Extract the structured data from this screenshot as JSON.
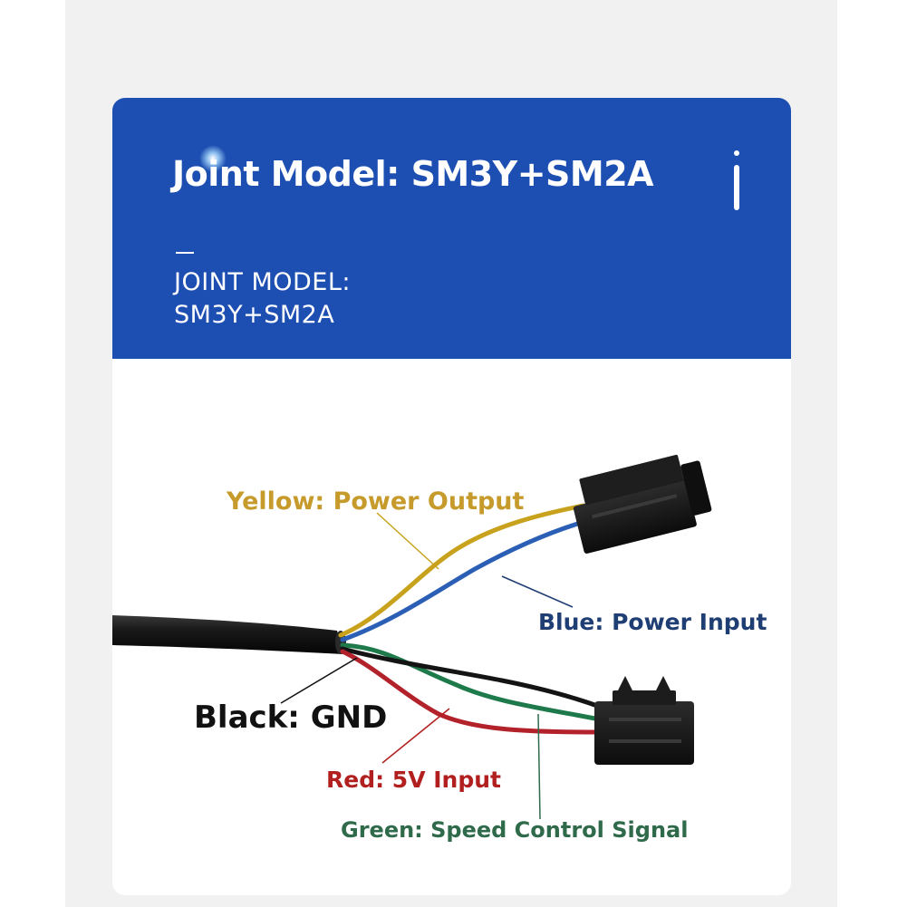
{
  "header": {
    "title": "Joint Model: SM3Y+SM2A",
    "subtitle_line1": "JOINT MODEL:",
    "subtitle_line2": "SM3Y+SM2A"
  },
  "diagram": {
    "labels": {
      "yellow": "Yellow: Power Output",
      "blue": "Blue: Power Input",
      "black": "Black: GND",
      "red": "Red: 5V Input",
      "green": "Green: Speed Control Signal"
    }
  },
  "colors": {
    "banner": "#1d4fb2",
    "yellow_label": "#c69a2b",
    "blue_label": "#1f3e73",
    "black_label": "#111111",
    "red_label": "#b21f1f",
    "green_label": "#2f6b4a",
    "wire_yellow": "#c8a21d",
    "wire_blue": "#2b5fb5",
    "wire_black": "#141414",
    "wire_red": "#b3212b",
    "wire_green": "#1e7a4a"
  },
  "icons": {
    "info": "info-icon",
    "glow": "light-glow"
  }
}
